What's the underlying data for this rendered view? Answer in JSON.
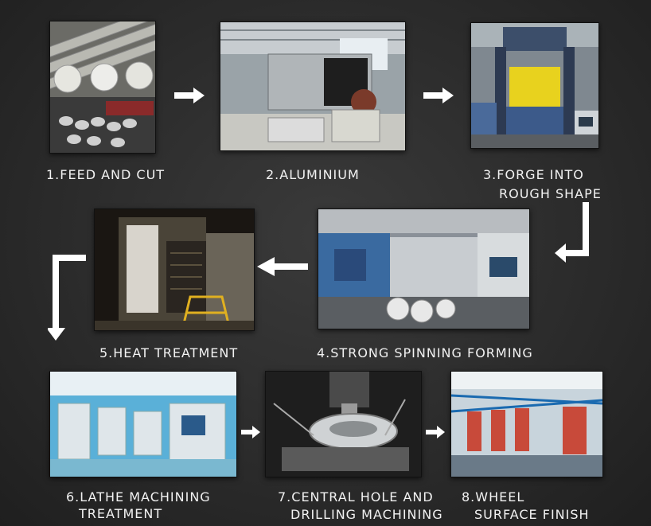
{
  "steps": [
    {
      "line1": "1.FEED AND CUT",
      "line2": ""
    },
    {
      "line1": "2.ALUMINIUM",
      "line2": ""
    },
    {
      "line1": "3.FORGE INTO",
      "line2": "ROUGH SHAPE"
    },
    {
      "line1": "4.STRONG SPINNING FORMING",
      "line2": ""
    },
    {
      "line1": "5.HEAT TREATMENT",
      "line2": ""
    },
    {
      "line1": "6.LATHE MACHINING",
      "line2": "TREATMENT"
    },
    {
      "line1": "7.CENTRAL HOLE AND",
      "line2": "DRILLING MACHINING"
    },
    {
      "line1": "8.WHEEL",
      "line2": "SURFACE FINISH"
    }
  ],
  "colors": {
    "background": "#2e2e2e",
    "text": "#f2f2f2",
    "arrow": "#ffffff"
  }
}
